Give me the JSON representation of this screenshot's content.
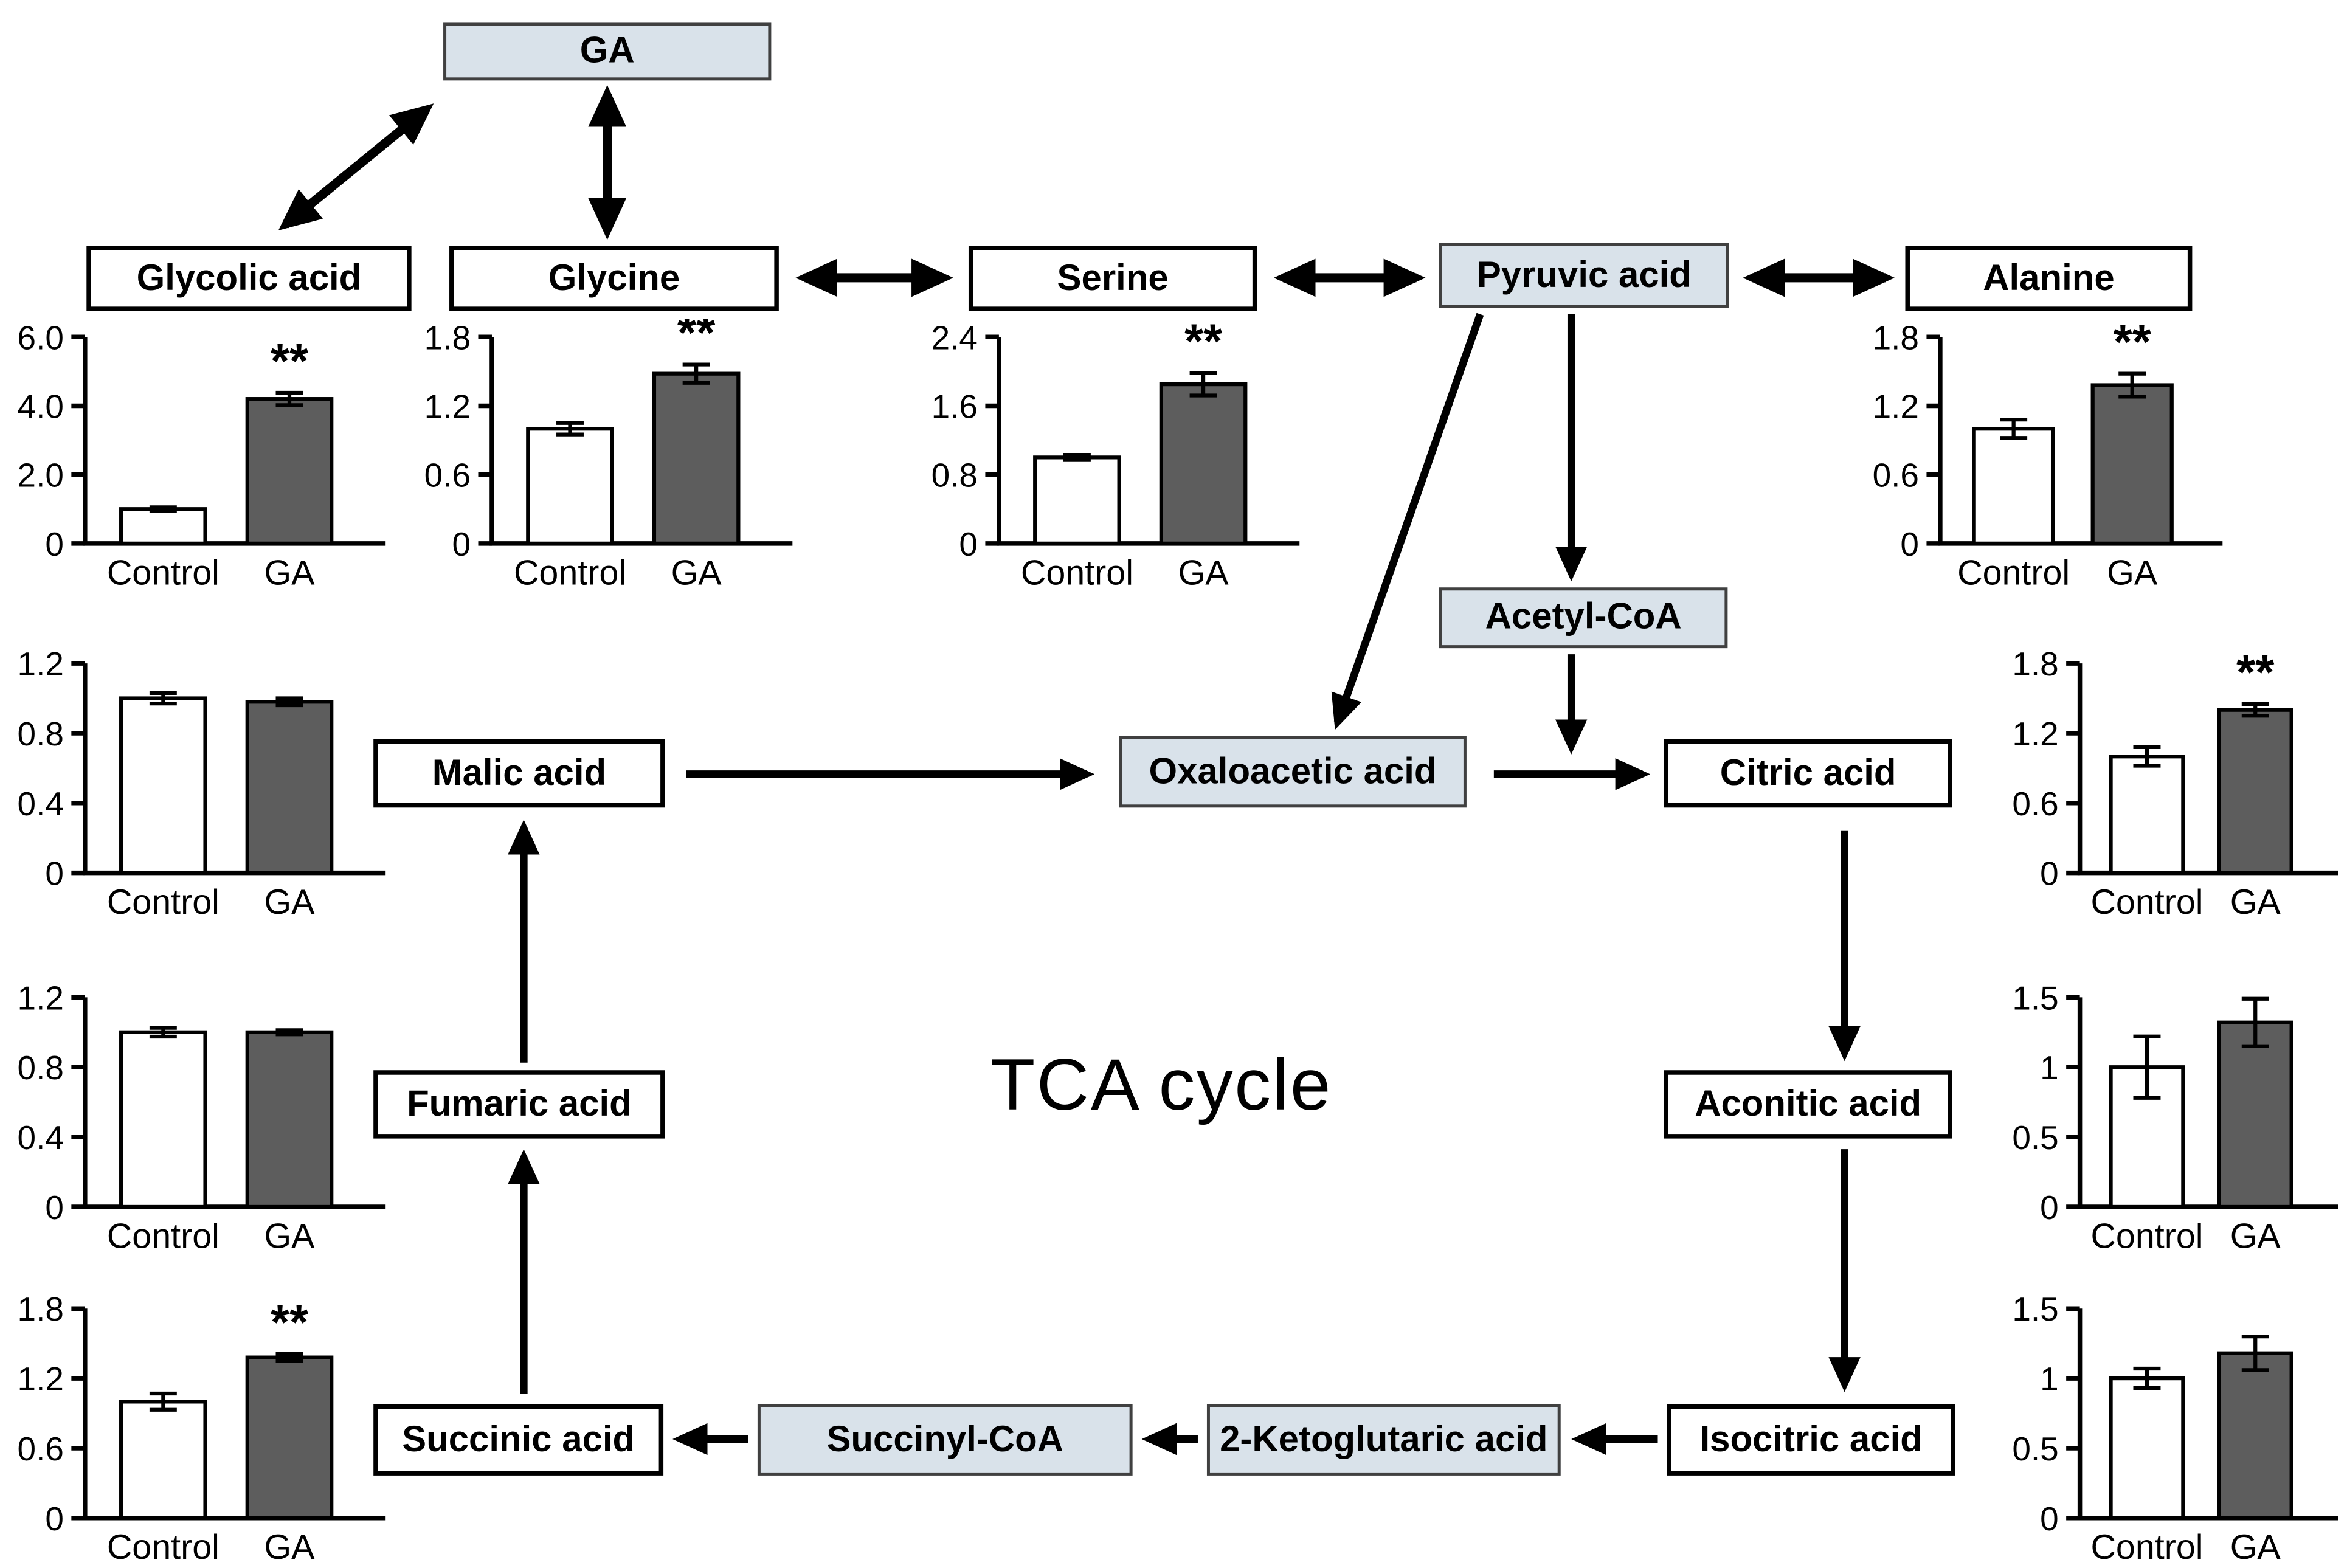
{
  "title": "TCA cycle",
  "significance_marker": "**",
  "colors": {
    "background": "#ffffff",
    "shaded_box_fill": "#d9e2ea",
    "shaded_box_border": "#404040",
    "white_box_border": "#000000",
    "control_bar": "#ffffff",
    "ga_bar": "#5d5d5d",
    "arrow": "#000000"
  },
  "nodes": {
    "ga": {
      "label": "GA",
      "shaded": true
    },
    "glycolic_acid": {
      "label": "Glycolic acid",
      "shaded": false
    },
    "glycine": {
      "label": "Glycine",
      "shaded": false
    },
    "serine": {
      "label": "Serine",
      "shaded": false
    },
    "pyruvic_acid": {
      "label": "Pyruvic acid",
      "shaded": true
    },
    "alanine": {
      "label": "Alanine",
      "shaded": false
    },
    "acetyl_coa": {
      "label": "Acetyl-CoA",
      "shaded": true
    },
    "malic_acid": {
      "label": "Malic acid",
      "shaded": false
    },
    "oxaloacetic_acid": {
      "label": "Oxaloacetic acid",
      "shaded": true
    },
    "citric_acid": {
      "label": "Citric acid",
      "shaded": false
    },
    "fumaric_acid": {
      "label": "Fumaric acid",
      "shaded": false
    },
    "aconitic_acid": {
      "label": "Aconitic acid",
      "shaded": false
    },
    "succinic_acid": {
      "label": "Succinic acid",
      "shaded": false
    },
    "succinyl_coa": {
      "label": "Succinyl-CoA",
      "shaded": true
    },
    "ketoglutaric_acid": {
      "label": "2-Ketoglutaric acid",
      "shaded": true
    },
    "isocitric_acid": {
      "label": "Isocitric acid",
      "shaded": false
    }
  },
  "chart_data": [
    {
      "id": "glycolic_acid",
      "metabolite": "Glycolic acid",
      "type": "bar",
      "categories": [
        "Control",
        "GA"
      ],
      "values": [
        1.0,
        4.2
      ],
      "errors": [
        0.05,
        0.18
      ],
      "tick_labels": [
        "0",
        "2.0",
        "4.0",
        "6.0"
      ],
      "ylim": [
        0,
        6.0
      ],
      "significance": "**"
    },
    {
      "id": "glycine",
      "metabolite": "Glycine",
      "type": "bar",
      "categories": [
        "Control",
        "GA"
      ],
      "values": [
        1.0,
        1.48
      ],
      "errors": [
        0.05,
        0.08
      ],
      "tick_labels": [
        "0",
        "0.6",
        "1.2",
        "1.8"
      ],
      "ylim": [
        0,
        1.8
      ],
      "significance": "**"
    },
    {
      "id": "serine",
      "metabolite": "Serine",
      "type": "bar",
      "categories": [
        "Control",
        "GA"
      ],
      "values": [
        1.0,
        1.85
      ],
      "errors": [
        0.03,
        0.13
      ],
      "tick_labels": [
        "0",
        "0.8",
        "1.6",
        "2.4"
      ],
      "ylim": [
        0,
        2.4
      ],
      "significance": "**"
    },
    {
      "id": "alanine",
      "metabolite": "Alanine",
      "type": "bar",
      "categories": [
        "Control",
        "GA"
      ],
      "values": [
        1.0,
        1.38
      ],
      "errors": [
        0.08,
        0.1
      ],
      "tick_labels": [
        "0",
        "0.6",
        "1.2",
        "1.8"
      ],
      "ylim": [
        0,
        1.8
      ],
      "significance": "**"
    },
    {
      "id": "malic_acid",
      "metabolite": "Malic acid",
      "type": "bar",
      "categories": [
        "Control",
        "GA"
      ],
      "values": [
        1.0,
        0.98
      ],
      "errors": [
        0.03,
        0.02
      ],
      "tick_labels": [
        "0",
        "0.4",
        "0.8",
        "1.2"
      ],
      "ylim": [
        0,
        1.2
      ],
      "significance": null
    },
    {
      "id": "citric_acid",
      "metabolite": "Citric acid",
      "type": "bar",
      "categories": [
        "Control",
        "GA"
      ],
      "values": [
        1.0,
        1.4
      ],
      "errors": [
        0.08,
        0.05
      ],
      "tick_labels": [
        "0",
        "0.6",
        "1.2",
        "1.8"
      ],
      "ylim": [
        0,
        1.8
      ],
      "significance": "**"
    },
    {
      "id": "fumaric_acid",
      "metabolite": "Fumaric acid",
      "type": "bar",
      "categories": [
        "Control",
        "GA"
      ],
      "values": [
        1.0,
        1.0
      ],
      "errors": [
        0.025,
        0.012
      ],
      "tick_labels": [
        "0",
        "0.4",
        "0.8",
        "1.2"
      ],
      "ylim": [
        0,
        1.2
      ],
      "significance": null
    },
    {
      "id": "aconitic_acid",
      "metabolite": "Aconitic acid",
      "type": "bar",
      "categories": [
        "Control",
        "GA"
      ],
      "values": [
        1.0,
        1.32
      ],
      "errors": [
        0.22,
        0.17
      ],
      "tick_labels": [
        "0",
        "0.5",
        "1",
        "1.5"
      ],
      "ylim": [
        0,
        1.5
      ],
      "significance": null
    },
    {
      "id": "succinic_acid",
      "metabolite": "Succinic acid",
      "type": "bar",
      "categories": [
        "Control",
        "GA"
      ],
      "values": [
        1.0,
        1.38
      ],
      "errors": [
        0.07,
        0.03
      ],
      "tick_labels": [
        "0",
        "0.6",
        "1.2",
        "1.8"
      ],
      "ylim": [
        0,
        1.8
      ],
      "significance": "**"
    },
    {
      "id": "isocitric_acid",
      "metabolite": "Isocitric acid",
      "type": "bar",
      "categories": [
        "Control",
        "GA"
      ],
      "values": [
        1.0,
        1.18
      ],
      "errors": [
        0.07,
        0.12
      ],
      "tick_labels": [
        "0",
        "0.5",
        "1",
        "1.5"
      ],
      "ylim": [
        0,
        1.5
      ],
      "significance": null
    }
  ]
}
